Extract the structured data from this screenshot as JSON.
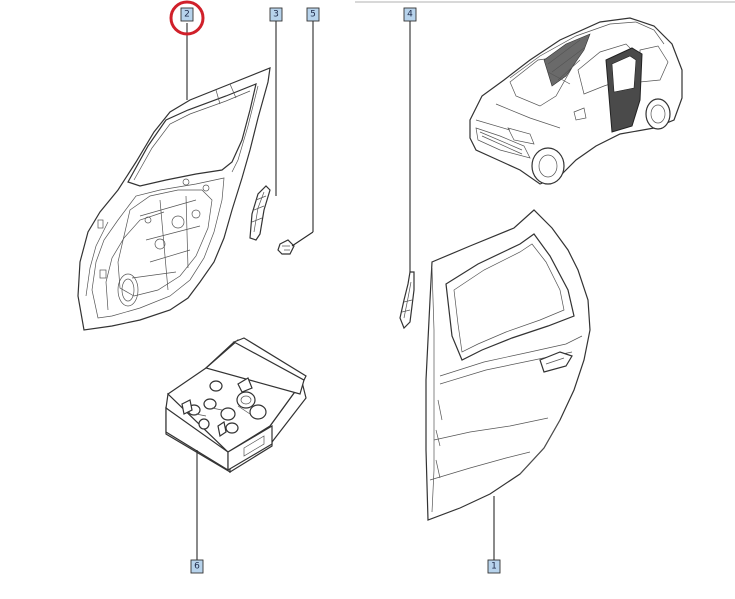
{
  "callouts": [
    {
      "label": "2",
      "highlighted": true
    },
    {
      "label": "3",
      "highlighted": false
    },
    {
      "label": "5",
      "highlighted": false
    },
    {
      "label": "4",
      "highlighted": false
    },
    {
      "label": "6",
      "highlighted": false
    },
    {
      "label": "1",
      "highlighted": false
    }
  ],
  "colors": {
    "tag_fill": "#b7d3ec",
    "highlight_circle": "#d0202a",
    "line": "#333333"
  }
}
